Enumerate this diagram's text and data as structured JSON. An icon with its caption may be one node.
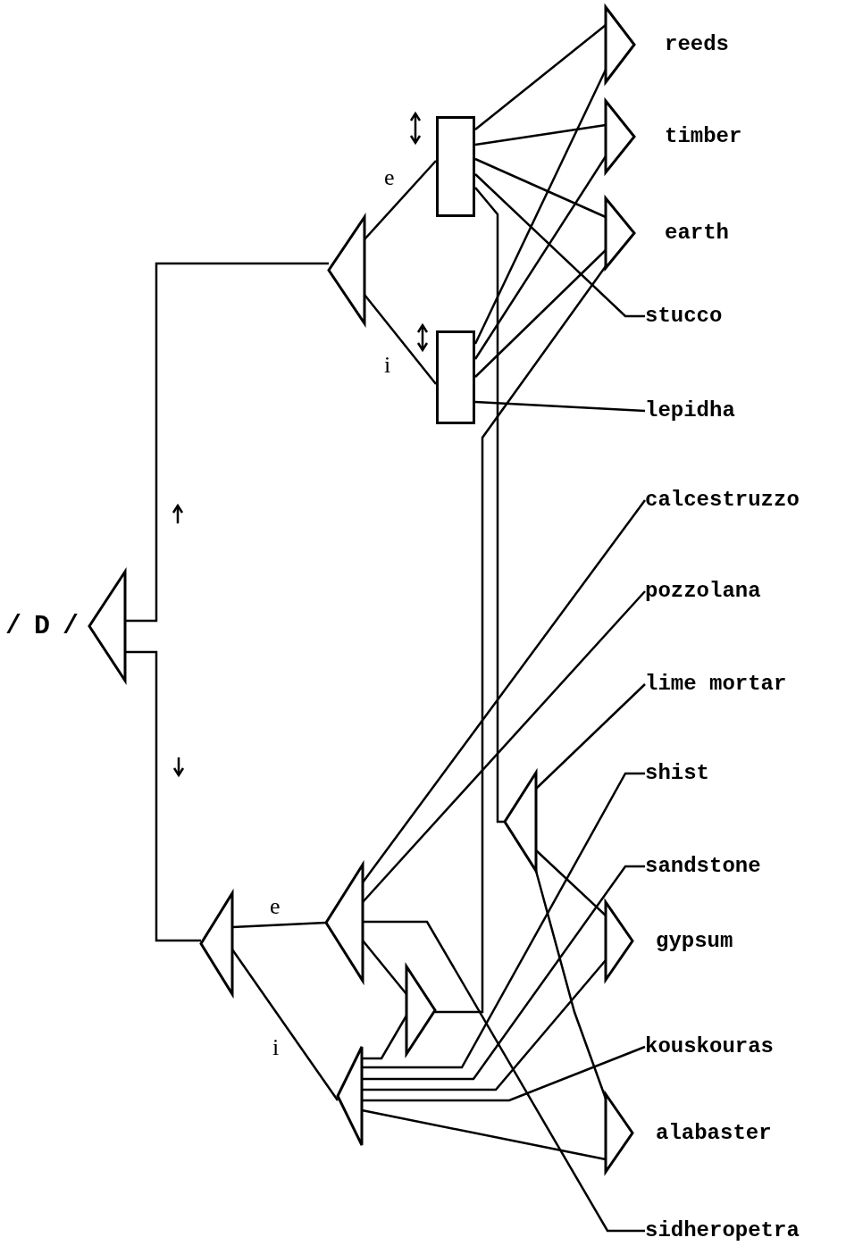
{
  "diagram": {
    "nodes": [
      {
        "text": [
          "reeds"
        ]
      },
      {
        "text": [
          "timber"
        ]
      },
      {
        "text": [],
        "shape": "box"
      },
      {
        "text": [
          "earth"
        ]
      },
      {
        "text": [],
        "shape": "triangle"
      },
      {
        "text": [
          "stucco"
        ]
      },
      {
        "text": [],
        "shape": "box"
      },
      {
        "text": [
          "lepidha"
        ]
      },
      {
        "text": [
          "calcestruzzo"
        ]
      },
      {
        "text": [
          "pozzolana"
        ]
      },
      {
        "text": [
          "/ D /"
        ]
      },
      {
        "text": [
          "lime mortar"
        ]
      },
      {
        "text": [
          "shist"
        ]
      },
      {
        "text": [],
        "shape": "triangle"
      },
      {
        "text": [
          "sandstone"
        ]
      },
      {
        "text": [],
        "shape": "triangle"
      },
      {
        "text": [],
        "shape": "triangle"
      },
      {
        "text": [
          "gypsum"
        ]
      },
      {
        "text": [],
        "shape": "triangle"
      },
      {
        "text": [
          "kouskouras"
        ]
      },
      {
        "text": [],
        "shape": "triangle"
      },
      {
        "text": [
          "alabaster"
        ]
      },
      {
        "text": [
          "sidheropetra"
        ]
      }
    ],
    "edges": [
      {
        "from": 10,
        "to": 4,
        "arrow": "none"
      },
      {
        "from": 10,
        "to": 16,
        "arrow": "none"
      },
      {
        "from": 4,
        "to": 2,
        "arrow": "none",
        "label": "e"
      },
      {
        "from": 4,
        "to": 6,
        "arrow": "none",
        "label": "i"
      },
      {
        "from": 2,
        "to": 0,
        "arrow": "none"
      },
      {
        "from": 2,
        "to": 1,
        "arrow": "none"
      },
      {
        "from": 2,
        "to": 3,
        "arrow": "none"
      },
      {
        "from": 2,
        "to": 5,
        "arrow": "none"
      },
      {
        "from": 2,
        "to": 13,
        "arrow": "none"
      },
      {
        "from": 6,
        "to": 0,
        "arrow": "none"
      },
      {
        "from": 6,
        "to": 1,
        "arrow": "none"
      },
      {
        "from": 6,
        "to": 3,
        "arrow": "none"
      },
      {
        "from": 6,
        "to": 7,
        "arrow": "none"
      },
      {
        "from": 18,
        "to": 3,
        "arrow": "none"
      },
      {
        "from": 16,
        "to": 15,
        "arrow": "none",
        "label": "e"
      },
      {
        "from": 16,
        "to": 20,
        "arrow": "none",
        "label": "i"
      },
      {
        "from": 15,
        "to": 8,
        "arrow": "none"
      },
      {
        "from": 15,
        "to": 9,
        "arrow": "none"
      },
      {
        "from": 15,
        "to": 22,
        "arrow": "none"
      },
      {
        "from": 15,
        "to": 18,
        "arrow": "none"
      },
      {
        "from": 20,
        "to": 18,
        "arrow": "none"
      },
      {
        "from": 20,
        "to": 12,
        "arrow": "none"
      },
      {
        "from": 20,
        "to": 14,
        "arrow": "none"
      },
      {
        "from": 20,
        "to": 17,
        "arrow": "none"
      },
      {
        "from": 20,
        "to": 19,
        "arrow": "none"
      },
      {
        "from": 20,
        "to": 21,
        "arrow": "none"
      },
      {
        "from": 13,
        "to": 11,
        "arrow": "none"
      },
      {
        "from": 13,
        "to": 17,
        "arrow": "none"
      },
      {
        "from": 13,
        "to": 21,
        "arrow": "none"
      }
    ]
  }
}
